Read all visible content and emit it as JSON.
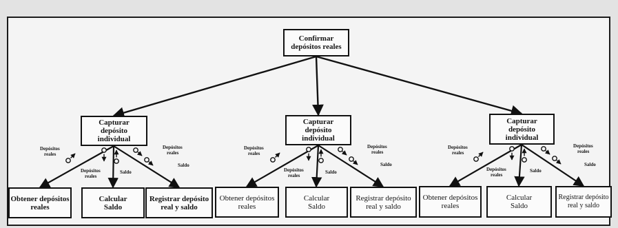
{
  "root": {
    "line1": "Confirmar",
    "line2": "depósitos reales"
  },
  "groups": [
    {
      "parent": {
        "line1": "Capturar",
        "line2": "depósito",
        "line3": "individual"
      },
      "flows": {
        "left_1": "Depósitos",
        "left_2": "reales",
        "mid_1": "Depósitos",
        "mid_2": "reales",
        "saldo": "Saldo",
        "right_1": "Depósitos",
        "right_2": "reales",
        "right_saldo": "Saldo"
      },
      "children": [
        {
          "line1": "Obtener depósitos",
          "line2": "reales"
        },
        {
          "line1": "Calcular",
          "line2": "Saldo"
        },
        {
          "line1": "Registrar depósito",
          "line2": "real y saldo"
        }
      ]
    },
    {
      "parent": {
        "line1": "Capturar",
        "line2": "depósito",
        "line3": "individual"
      },
      "flows": {
        "left_1": "Depósitos",
        "left_2": "reales",
        "mid_1": "Depósitos",
        "mid_2": "reales",
        "saldo": "Saldo",
        "right_1": "Depósitos",
        "right_2": "reales",
        "right_saldo": "Saldo"
      },
      "children": [
        {
          "line1": "Obtener depósitos",
          "line2": "reales"
        },
        {
          "line1": "Calcular",
          "line2": "Saldo"
        },
        {
          "line1": "Registrar depósito",
          "line2": "real y saldo"
        }
      ]
    },
    {
      "parent": {
        "line1": "Capturar",
        "line2": "depósito",
        "line3": "individual"
      },
      "flows": {
        "left_1": "Depósitos",
        "left_2": "reales",
        "mid_1": "Depósitos",
        "mid_2": "reales",
        "saldo": "Saldo",
        "right_1": "Depósitos",
        "right_2": "reales",
        "right_saldo": "Saldo"
      },
      "children": [
        {
          "line1": "Obtener depósitos",
          "line2": "reales"
        },
        {
          "line1": "Calcular",
          "line2": "Saldo"
        },
        {
          "line1": "Registrar depósito",
          "line2": "real y saldo"
        }
      ]
    }
  ]
}
